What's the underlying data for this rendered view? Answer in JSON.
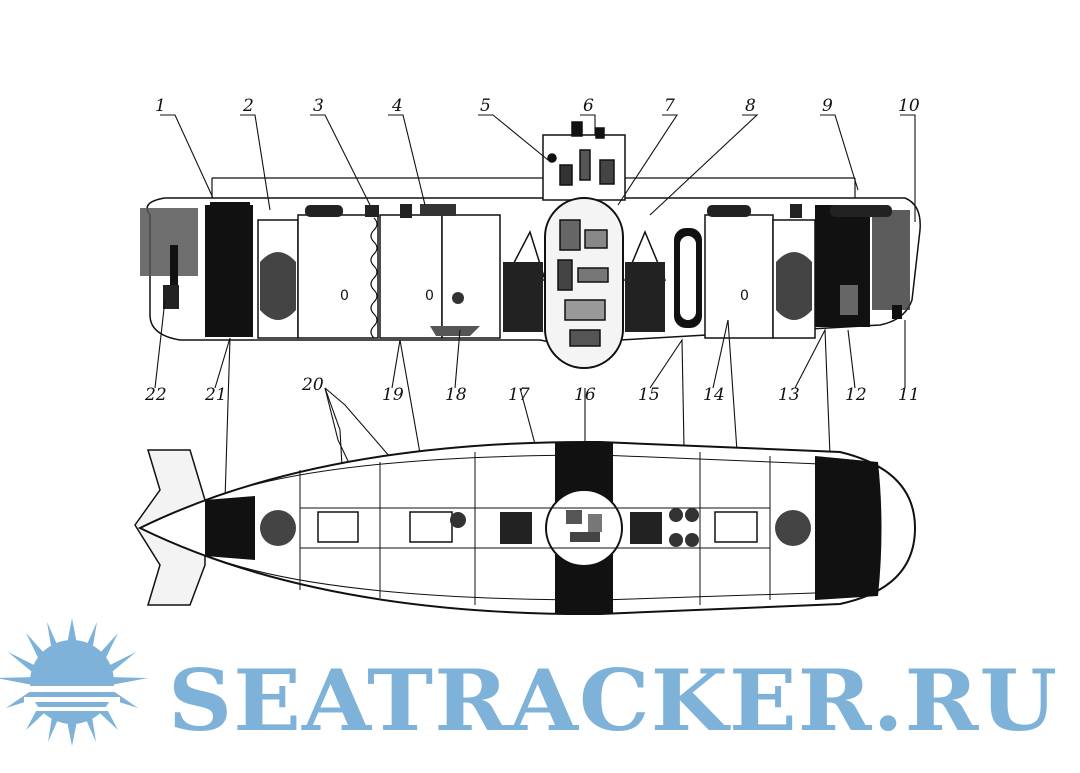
{
  "diagram": {
    "callouts_top": [
      "1",
      "2",
      "3",
      "4",
      "5",
      "6",
      "7",
      "8",
      "9",
      "10"
    ],
    "callouts_bottom": [
      "22",
      "21",
      "20",
      "19",
      "18",
      "17",
      "16",
      "15",
      "14",
      "13",
      "12",
      "11"
    ]
  },
  "watermark": {
    "text": "SEATRACKER.RU",
    "color": "#7fb2d8"
  }
}
